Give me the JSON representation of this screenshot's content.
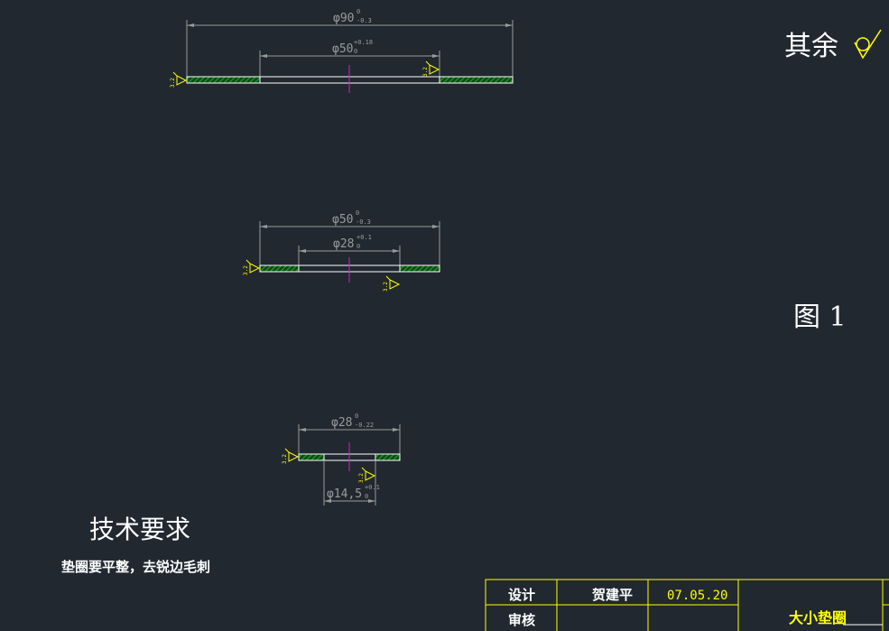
{
  "drawing": {
    "figure_label": "图  1",
    "surface_note": "其余",
    "roughness_values": [
      "3.2",
      "3.2",
      "3.2",
      "3.2",
      "3.2",
      "3.2"
    ],
    "washers": [
      {
        "name": "washer-large",
        "outer_dim": "φ90",
        "outer_tol_upper": "0",
        "outer_tol_lower": "-0.3",
        "inner_dim": "φ50",
        "inner_tol_upper": "+0.18",
        "inner_tol_lower": "0"
      },
      {
        "name": "washer-medium",
        "outer_dim": "φ50",
        "outer_tol_upper": "0",
        "outer_tol_lower": "-0.3",
        "inner_dim": "φ28",
        "inner_tol_upper": "+0.1",
        "inner_tol_lower": "0"
      },
      {
        "name": "washer-small",
        "outer_dim": "φ28",
        "outer_tol_upper": "0",
        "outer_tol_lower": "-0.22",
        "inner_dim": "φ14,5",
        "inner_tol_upper": "+0.1",
        "inner_tol_lower": "0"
      }
    ]
  },
  "technical_requirements": {
    "title": "技术要求",
    "text": "垫圈要平整，去锐边毛刺"
  },
  "title_block": {
    "design_label": "设计",
    "designer": "贺建平",
    "date": "07.05.20",
    "review_label": "审核",
    "part_name": "大小垫圈"
  },
  "colors": {
    "background": "#212830",
    "dimension": "#9a9a9a",
    "outline": "#ffffff",
    "hatch": "#1f9a2a",
    "centerline": "#cc22cc",
    "symbol": "#ffff00",
    "text": "#ffffff"
  }
}
